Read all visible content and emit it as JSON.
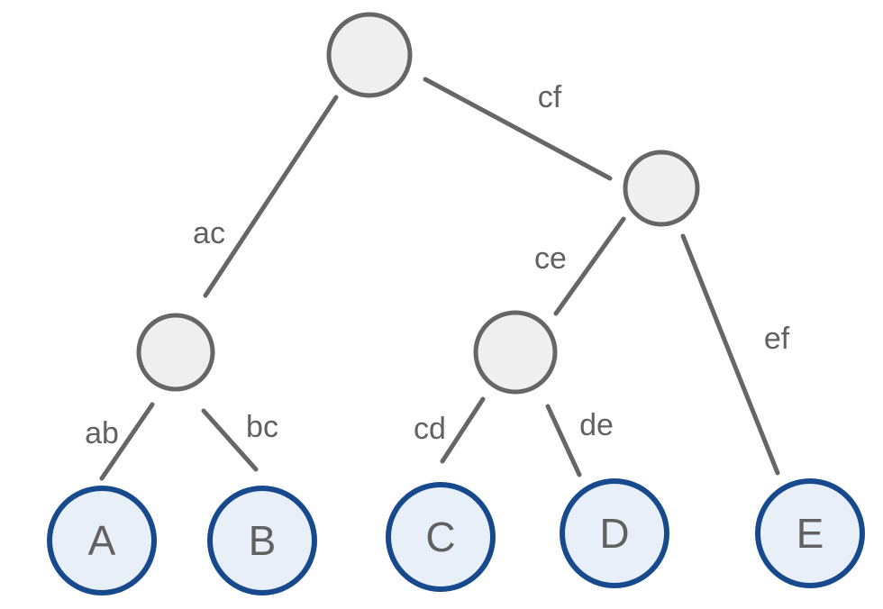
{
  "palette": {
    "background": "#ffffff",
    "internal_node_fill": "#efefef",
    "internal_node_stroke": "#666666",
    "leaf_node_fill": "#e9eff8",
    "leaf_node_stroke": "#174a8d",
    "edge_color": "#666666",
    "text_color": "#616161"
  },
  "tree": {
    "internal_nodes": [
      {
        "id": "root"
      },
      {
        "id": "left-internal"
      },
      {
        "id": "right-internal"
      },
      {
        "id": "mid-internal"
      }
    ],
    "leaves": [
      {
        "label": "A"
      },
      {
        "label": "B"
      },
      {
        "label": "C"
      },
      {
        "label": "D"
      },
      {
        "label": "E"
      }
    ],
    "edges": [
      {
        "label": "ac",
        "from": "root",
        "to": "left-internal"
      },
      {
        "label": "cf",
        "from": "root",
        "to": "right-internal"
      },
      {
        "label": "ab",
        "from": "left-internal",
        "to": "A"
      },
      {
        "label": "bc",
        "from": "left-internal",
        "to": "B"
      },
      {
        "label": "ce",
        "from": "right-internal",
        "to": "mid-internal"
      },
      {
        "label": "ef",
        "from": "right-internal",
        "to": "E"
      },
      {
        "label": "cd",
        "from": "mid-internal",
        "to": "C"
      },
      {
        "label": "de",
        "from": "mid-internal",
        "to": "D"
      }
    ]
  }
}
